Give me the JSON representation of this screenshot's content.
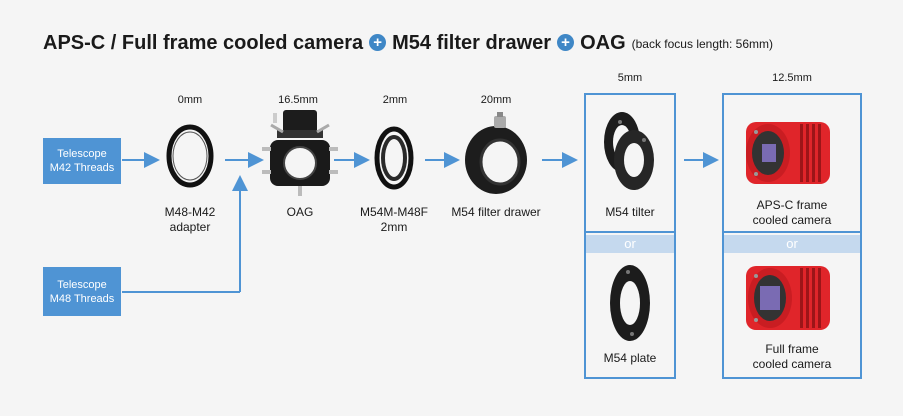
{
  "title": {
    "part1": "APS-C / Full frame cooled camera",
    "plus": "+",
    "part2": "M54 filter drawer",
    "part3": "OAG",
    "note": "(back focus length: 56mm)"
  },
  "inputs": [
    {
      "line1": "Telescope",
      "line2": "M42 Threads"
    },
    {
      "line1": "Telescope",
      "line2": "M48 Threads"
    }
  ],
  "components": [
    {
      "distance": "0mm",
      "label1": "M48-M42",
      "label2": "adapter",
      "icon": "thin-ring"
    },
    {
      "distance": "16.5mm",
      "label1": "OAG",
      "label2": "",
      "icon": "off-axis-guider"
    },
    {
      "distance": "2mm",
      "label1": "M54M-M48F",
      "label2": "2mm",
      "icon": "thin-ring"
    },
    {
      "distance": "20mm",
      "label1": "M54 filter drawer",
      "label2": "",
      "icon": "filter-drawer"
    }
  ],
  "option_groups": [
    {
      "distance": "5mm",
      "or": "or",
      "options": [
        {
          "label1": "M54 tilter",
          "label2": "",
          "icon": "tilter-plates"
        },
        {
          "label1": "M54 plate",
          "label2": "",
          "icon": "plate"
        }
      ]
    },
    {
      "distance": "12.5mm",
      "or": "or",
      "options": [
        {
          "label1": "APS-C frame",
          "label2": "cooled camera",
          "icon": "red-camera"
        },
        {
          "label1": "Full frame",
          "label2": "cooled camera",
          "icon": "red-camera"
        }
      ]
    }
  ],
  "colors": {
    "accent": "#4f94d4",
    "or_bar": "#c5d9ee",
    "camera_red": "#e0252a",
    "background": "#f5f5f5"
  }
}
